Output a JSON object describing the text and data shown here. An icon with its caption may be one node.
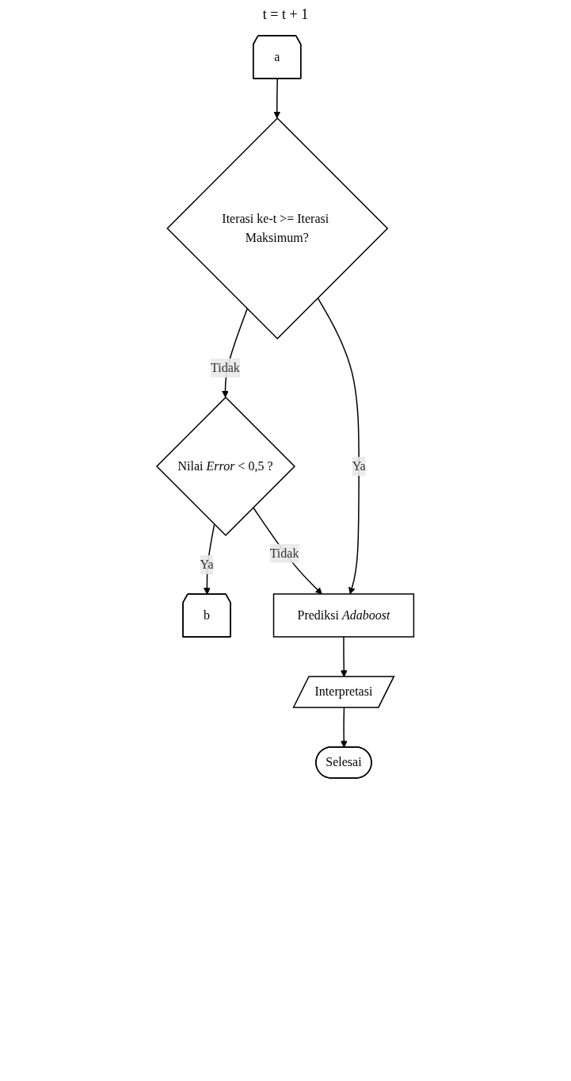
{
  "diagram": {
    "nodes": [
      {
        "text": [
          "b"
        ]
      },
      {
        "text": [
          "a"
        ]
      },
      {
        "text": [
          "Iterasi ke-t >= Iterasi Maksimum?"
        ]
      },
      {
        "text": [
          "Nilai *Error* < 0,5 ?"
        ]
      },
      {
        "text": [
          "Prediksi *Adaboost*"
        ]
      },
      {
        "text": [
          "Interpretasi"
        ]
      },
      {
        "text": [
          "Selesai"
        ]
      }
    ],
    "edges": [
      {
        "from": 1,
        "to": 2,
        "arrow": "to"
      },
      {
        "from": 2,
        "to": 3,
        "label": "Tidak",
        "arrow": "to"
      },
      {
        "from": 3,
        "to": 0,
        "label": "Ya",
        "arrow": "to"
      },
      {
        "from": 2,
        "to": 4,
        "label": "Ya",
        "arrow": "to"
      },
      {
        "from": 3,
        "to": 4,
        "label": "Tidak",
        "arrow": "to"
      },
      {
        "from": 4,
        "to": 5,
        "arrow": "to"
      },
      {
        "from": 5,
        "to": 6,
        "arrow": "to"
      }
    ],
    "labels": [
      "t = t + 1"
    ]
  }
}
